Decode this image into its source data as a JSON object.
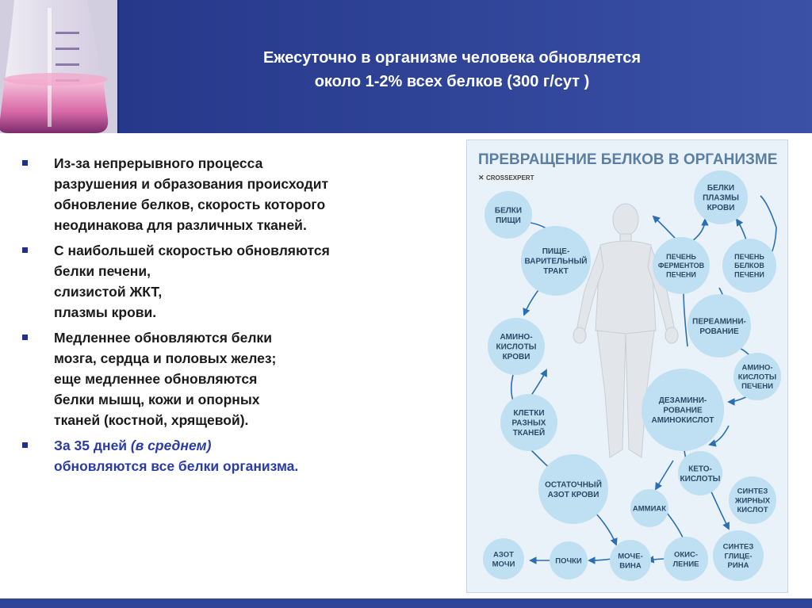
{
  "header": {
    "title_line1": "Ежесуточно в организме человека обновляется",
    "title_line2": "около 1-2% всех белков  (300 г/сут )"
  },
  "bullets": [
    {
      "lines": [
        "Из-за непрерывного процесса",
        "разрушения и образования происходит",
        "обновление белков, скорость которого",
        "неодинакова  для различных тканей."
      ]
    },
    {
      "lines": [
        "С наибольшей скоростью обновляются",
        "белки печени,",
        "слизистой ЖКТ,",
        "плазмы крови."
      ]
    },
    {
      "lines": [
        "Медленнее обновляются белки",
        "мозга, сердца и половых желез;",
        "еще медленнее обновляются",
        "белки мышц, кожи и опорных",
        "тканей  (костной, хрящевой)."
      ]
    },
    {
      "line1_a": "За 35 дней ",
      "line1_b": "(в среднем)",
      "line2": "обновляются все белки организма."
    }
  ],
  "infographic": {
    "title": "ПРЕВРАЩЕНИЕ БЕЛКОВ В ОРГАНИЗМЕ",
    "brand": "CROSSEXPERT",
    "nodes": {
      "food_proteins": [
        "БЕЛКИ",
        "ПИЩИ"
      ],
      "digestive_tract": [
        "ПИЩЕ-",
        "ВАРИТЕЛЬНЫЙ",
        "ТРАКТ"
      ],
      "amino_blood": [
        "АМИНО-",
        "КИСЛОТЫ",
        "КРОВИ"
      ],
      "tissue_cells": [
        "КЛЕТКИ",
        "РАЗНЫХ",
        "ТКАНЕЙ"
      ],
      "residual_nitrogen": [
        "ОСТАТОЧНЫЙ",
        "АЗОТ КРОВИ"
      ],
      "urine_nitrogen": [
        "АЗОТ",
        "МОЧИ"
      ],
      "kidneys": [
        "ПОЧКИ"
      ],
      "urea": [
        "МОЧЕ-",
        "ВИНА"
      ],
      "plasma_proteins": [
        "БЕЛКИ",
        "ПЛАЗМЫ",
        "КРОВИ"
      ],
      "liver_enzymes": [
        "ПЕЧЕНЬ",
        "ФЕРМЕНТОВ",
        "ПЕЧЕНИ"
      ],
      "liver_proteins": [
        "ПЕЧЕНЬ",
        "БЕЛКОВ",
        "ПЕЧЕНИ"
      ],
      "transamination": [
        "ПЕРЕАМИНИ-",
        "РОВАНИЕ"
      ],
      "amino_liver": [
        "АМИНО-",
        "КИСЛОТЫ",
        "ПЕЧЕНИ"
      ],
      "deamination": [
        "ДЕЗАМИНИ-",
        "РОВАНИЕ",
        "АМИНОКИСЛОТ"
      ],
      "keto_acids": [
        "КЕТО-",
        "КИСЛОТЫ"
      ],
      "fatty_acids": [
        "СИНТЕЗ",
        "ЖИРНЫХ",
        "КИСЛОТ"
      ],
      "ammonia": [
        "АММИАК"
      ],
      "oxidation": [
        "ОКИС-",
        "ЛЕНИЕ"
      ],
      "glycine": [
        "СИНТЕЗ",
        "ГЛИЦЕ-",
        "РИНА"
      ]
    },
    "colors": {
      "circle": "#bfe0f3",
      "text": "#2b4a66",
      "title": "#5b7fa3",
      "arrow": "#2a6fb3"
    }
  }
}
